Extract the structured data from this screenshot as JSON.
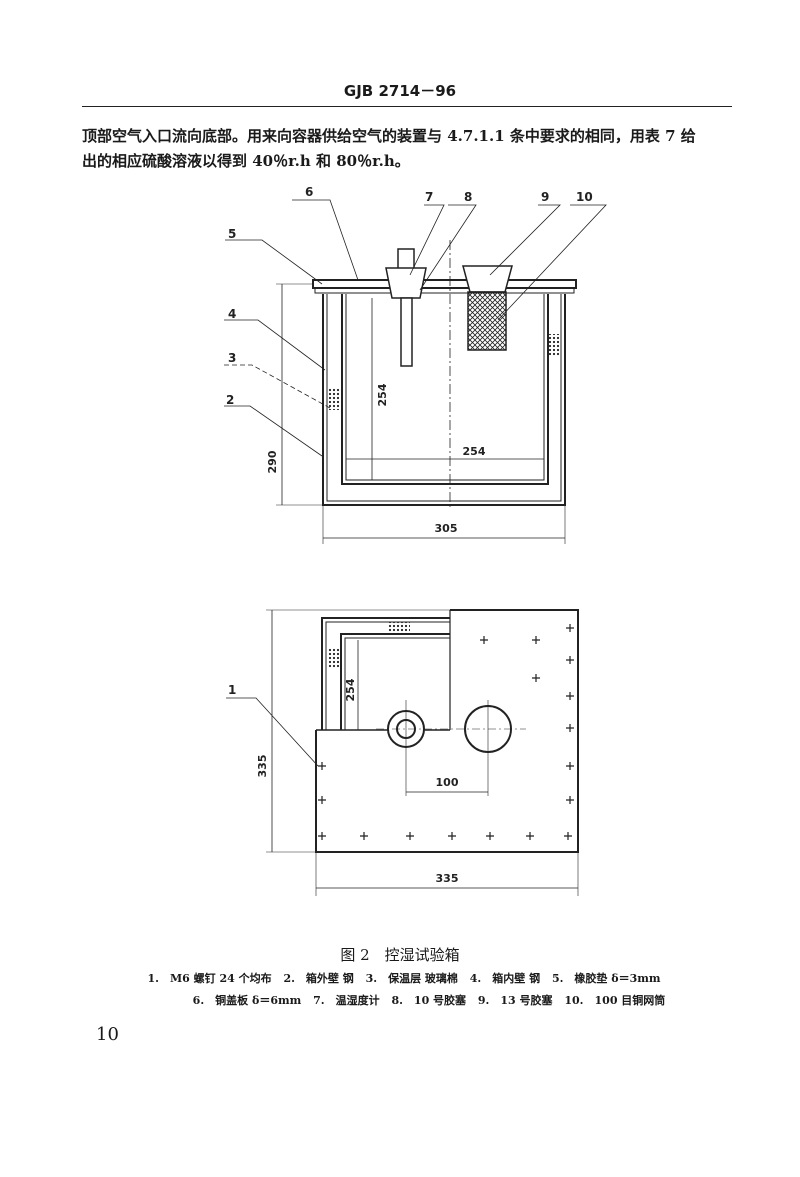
{
  "header": {
    "standard_code": "GJB 2714－96"
  },
  "body": {
    "line1": "顶部空气入口流向底部。用来向容器供给空气的装置与 4.7.1.1 条中要求的相同，用表 7 给",
    "line2": "出的相应硫酸溶液以得到 40％r.h 和 80％r.h。"
  },
  "figure": {
    "callouts": [
      "1",
      "2",
      "3",
      "4",
      "5",
      "6",
      "7",
      "8",
      "9",
      "10"
    ],
    "dims": {
      "inner_height": "254",
      "inner_width": "254",
      "outer_height": "290",
      "outer_width": "305",
      "plan_inner": "254",
      "hole_spacing": "100",
      "plan_height": "335",
      "plan_width": "335"
    },
    "caption": "图 2　控湿试验箱",
    "legend_line1": [
      "1.　M6 螺钉 24 个均布",
      "2.　箱外壁 钢",
      "3.　保温层 玻璃棉",
      "4.　箱内壁 钢",
      "5.　橡胶垫 δ＝3mm"
    ],
    "legend_line2": [
      "6.　铜盖板 δ＝6mm",
      "7.　温湿度计",
      "8.　10 号胶塞",
      "9.　13 号胶塞",
      "10.　100 目铜网筒"
    ]
  },
  "footer": {
    "page_number": "10"
  }
}
